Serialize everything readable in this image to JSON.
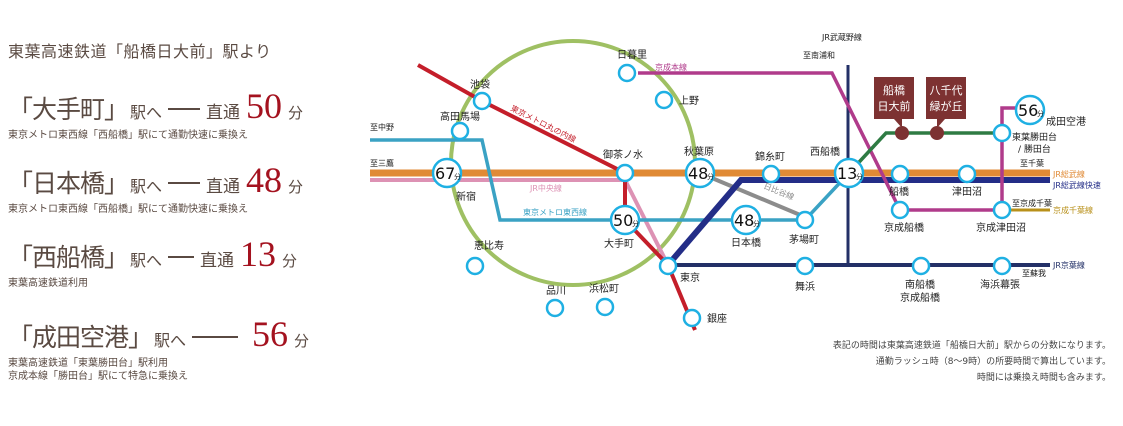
{
  "left": {
    "origin": "東葉高速鉄道「船橋日大前」駅より",
    "routes": [
      {
        "station": "「大手町」",
        "eki": "駅へ",
        "direct": "直通",
        "minutes": "50",
        "fun": "分",
        "notes": [
          "東京メトロ東西線「西船橋」駅にて通勤快速に乗換え"
        ]
      },
      {
        "station": "「日本橋」",
        "eki": "駅へ",
        "direct": "直通",
        "minutes": "48",
        "fun": "分",
        "notes": [
          "東京メトロ東西線「西船橋」駅にて通勤快速に乗換え"
        ]
      },
      {
        "station": "「西船橋」",
        "eki": "駅へ",
        "direct": "直通",
        "minutes": "13",
        "fun": "分",
        "notes": [
          "東葉高速鉄道利用"
        ]
      },
      {
        "station": "「成田空港」",
        "eki": "駅へ",
        "direct": "",
        "minutes": "56",
        "fun": "分",
        "notes": [
          "東葉高速鉄道「東葉勝田台」駅利用",
          "京成本線「勝田台」駅にて特急に乗換え"
        ]
      }
    ]
  },
  "map": {
    "colors": {
      "yamanote": "#9fc063",
      "marunouchi": "#c41e2a",
      "chuo_rapid": "#e08a35",
      "chuo_local": "#dd92b4",
      "tozai": "#3aa2c4",
      "keisei": "#b03b8b",
      "sobu_rapid": "#232d87",
      "keiyo": "#233067",
      "musashino": "#233067",
      "hibiya": "#8c8c8c",
      "toyo": "#2e7b43",
      "chiba": "#b8901a",
      "station_ring": "#1fb0e3",
      "marker": "#7d3232"
    },
    "lines": {
      "marunouchi": "東京メトロ丸の内線",
      "chuo": "JR中央線",
      "tozai": "東京メトロ東西線",
      "keisei": "京成本線",
      "hibiya": "日比谷線",
      "musashino": "JR武蔵野線",
      "sobu": "JR総武線",
      "sobu_rapid": "JR総武線快速",
      "keisei_chiba": "京成千葉線",
      "keiyo": "JR京葉線"
    },
    "directions": {
      "nakano": "至中野",
      "mitaka": "至三鷹",
      "minamiurawa": "至南浦和",
      "chiba": "至千葉",
      "keisei_chiba": "至京成千葉",
      "soga": "至蘇我"
    },
    "stations": {
      "ikebukuro": "池袋",
      "takadanobaba": "高田馬場",
      "shinjuku": "新宿",
      "ebisu": "恵比寿",
      "shinagawa": "品川",
      "hamamatsucho": "浜松町",
      "tokyo": "東京",
      "ginza": "銀座",
      "otemachi": "大手町",
      "ochanomizu": "御茶ノ水",
      "akihabara": "秋葉原",
      "ueno": "上野",
      "nippori": "日暮里",
      "kinshicho": "錦糸町",
      "nihonbashi": "日本橋",
      "kayabacho": "茅場町",
      "maihama": "舞浜",
      "nishifunabashi": "西船橋",
      "funabashi": "船橋",
      "tsudanuma": "津田沼",
      "keisei_funabashi": "京成船橋",
      "keisei_tsudanuma": "京成津田沼",
      "minamifunabashi_1": "南船橋",
      "minamifunabashi_2": "京成船橋",
      "kaihinmakuhari": "海浜幕張",
      "katsutadai_1": "東葉勝田台",
      "katsutadai_2": "/ 勝田台",
      "narita": "成田空港"
    },
    "times": {
      "shinjuku": "67",
      "akihabara": "48",
      "otemachi": "50",
      "nihonbashi": "48",
      "nishifunabashi": "13",
      "narita": "56",
      "unit": "分"
    },
    "markers": [
      {
        "line1": "船橋",
        "line2": "日大前"
      },
      {
        "line1": "八千代",
        "line2": "緑が丘"
      }
    ]
  },
  "note": [
    "表記の時間は東葉高速鉄道「船橋日大前」駅からの分数になります。",
    "通勤ラッシュ時（8～9時）の所要時間で算出しています。",
    "時間には乗換え時間も含みます。"
  ]
}
